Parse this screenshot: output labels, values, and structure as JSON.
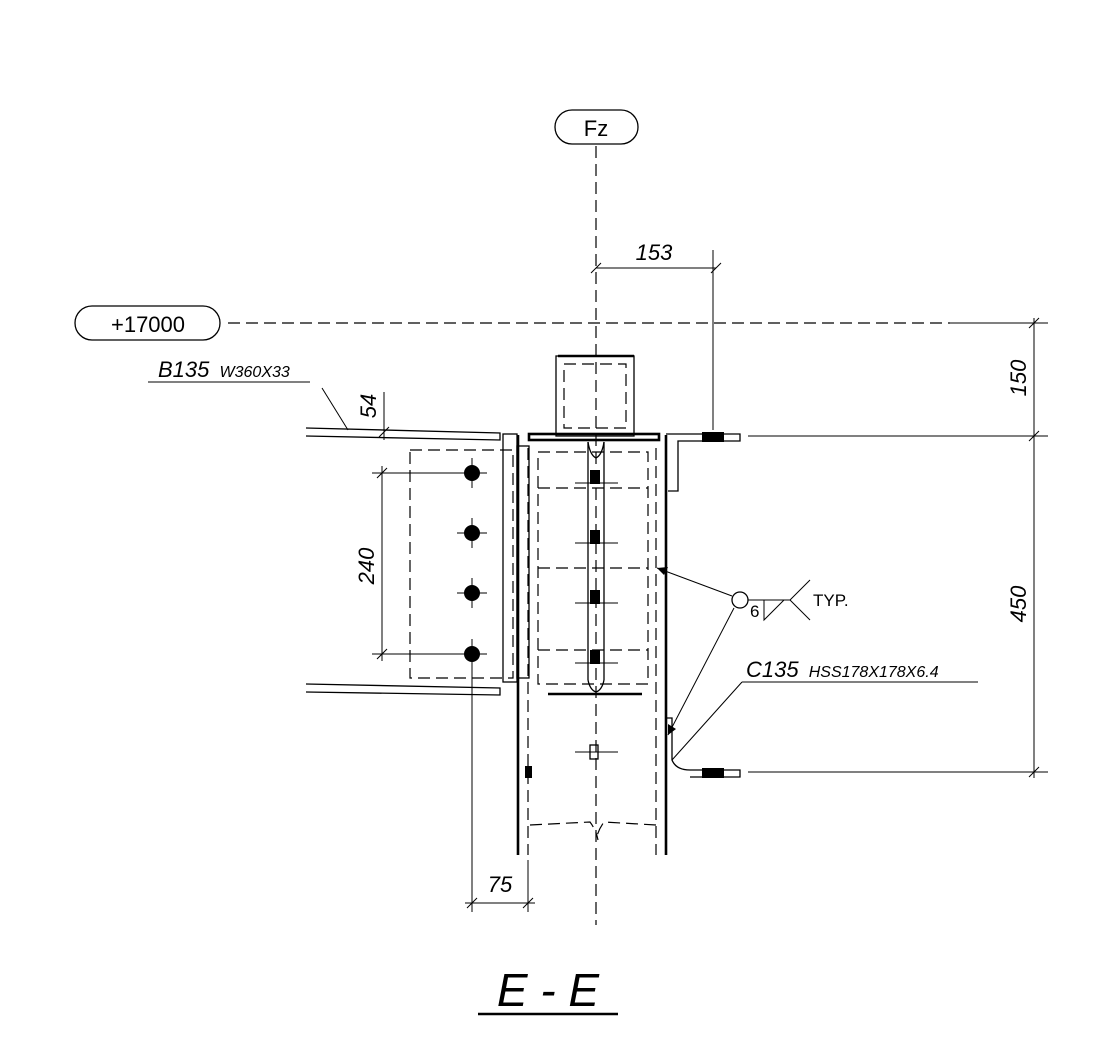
{
  "gridline_label": "Fz",
  "elevation_label": "+17000",
  "beam": {
    "mark": "B135",
    "section": "W360X33"
  },
  "column": {
    "mark": "C135",
    "section": "HSS178X178X6.4"
  },
  "dimensions": {
    "d153": "153",
    "d150": "150",
    "d450": "450",
    "d54": "54",
    "d240": "240",
    "d75": "75"
  },
  "weld": {
    "size": "6",
    "note": "TYP."
  },
  "section_title": "E - E"
}
